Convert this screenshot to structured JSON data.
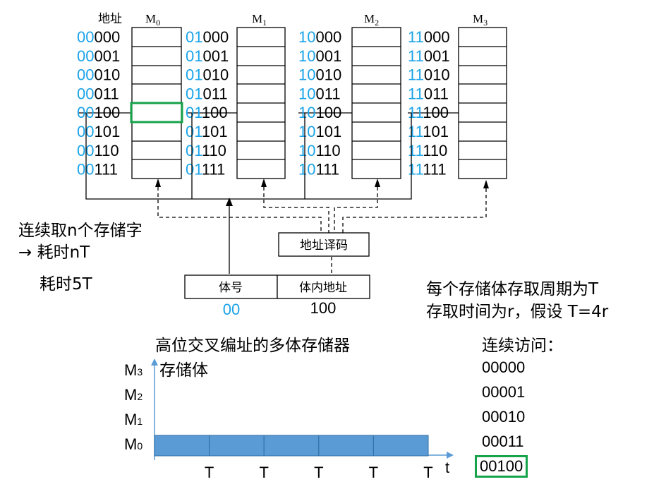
{
  "header": {
    "address_label": "地址",
    "modules": [
      {
        "name": "M",
        "sub": "0"
      },
      {
        "name": "M",
        "sub": "1"
      },
      {
        "name": "M",
        "sub": "2"
      },
      {
        "name": "M",
        "sub": "3"
      }
    ]
  },
  "address_columns": [
    {
      "prefix": "00",
      "suffixes": [
        "000",
        "001",
        "010",
        "011",
        "100",
        "101",
        "110",
        "111"
      ]
    },
    {
      "prefix": "01",
      "suffixes": [
        "000",
        "001",
        "010",
        "011",
        "100",
        "101",
        "110",
        "111"
      ]
    },
    {
      "prefix": "10",
      "suffixes": [
        "000",
        "001",
        "010",
        "011",
        "100",
        "101",
        "110",
        "111"
      ]
    },
    {
      "prefix": "11",
      "suffixes": [
        "000",
        "001",
        "010",
        "011",
        "100",
        "101",
        "110",
        "111"
      ]
    }
  ],
  "decoder": {
    "label": "地址译码"
  },
  "address_register": {
    "bank_label": "体号",
    "offset_label": "体内地址",
    "bank_value": "00",
    "offset_value": "100"
  },
  "notes": {
    "continuous_line1": "连续取n个存储字",
    "continuous_line2": "→ 耗时nT",
    "time_5t": "耗时5T",
    "cycle_line1": "每个存储体存取周期为T",
    "cycle_line2": "存取时间为r，假设 T=4r"
  },
  "timing": {
    "title": "高位交叉编址的多体存储器",
    "y_axis_label": "存储体",
    "rows": [
      "M3",
      "M2",
      "M1",
      "M0"
    ],
    "x_axis_label": "t",
    "tick_labels": [
      "T",
      "T",
      "T",
      "T",
      "T"
    ],
    "busy_module": "M0",
    "busy_segments": 5
  },
  "access": {
    "title": "连续访问：",
    "items": [
      "00000",
      "00001",
      "00010",
      "00011",
      "00100"
    ],
    "highlight_index": 4
  },
  "colors": {
    "prefix": "#1aa3e8",
    "highlight": "#16a34a",
    "bar_fill": "#5b9bd5",
    "bar_stroke": "#2e6ca4",
    "axis": "#5b9bd5"
  }
}
